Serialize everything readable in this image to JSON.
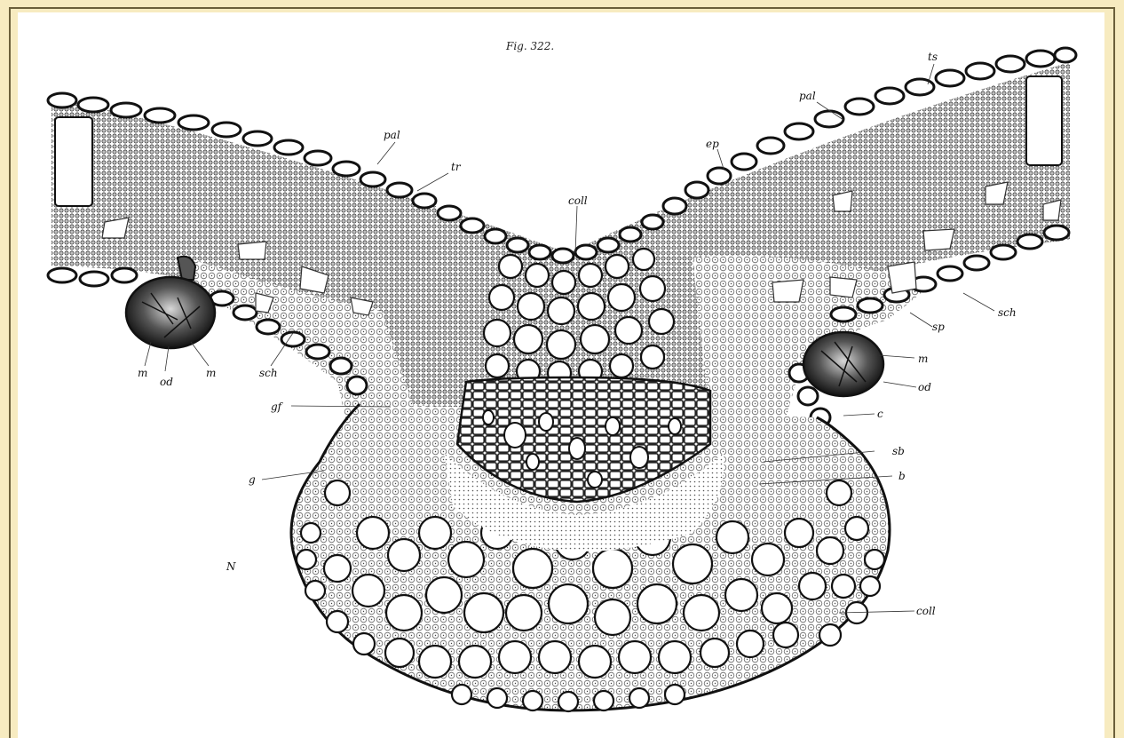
{
  "figure": {
    "title": "Fig. 322.",
    "corner_label": "N"
  },
  "labels": {
    "pal_left": "pal",
    "tr": "tr",
    "coll_top": "coll",
    "ep": "ep",
    "pal_right": "pal",
    "ts": "ts",
    "sch_right": "sch",
    "sp": "sp",
    "m_right": "m",
    "od_right": "od",
    "c": "c",
    "sb": "sb",
    "b": "b",
    "coll_bottom": "coll",
    "m_left_1": "m",
    "od_left": "od",
    "m_left_2": "m",
    "sch_left": "sch",
    "gf": "gf",
    "g": "g"
  },
  "colors": {
    "page_background": "#f7ebc0",
    "plate_background": "#ffffff",
    "ink": "#111111",
    "tissue_dense": "#4a4a4a",
    "tissue_light": "#8a8a8a"
  }
}
